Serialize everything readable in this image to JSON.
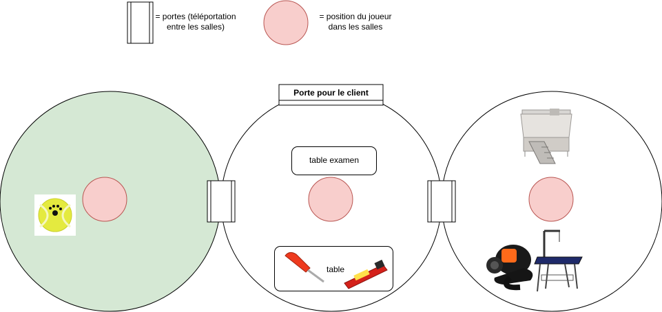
{
  "legend": {
    "door_text": "= portes (téléportation\nentre les salles)",
    "player_text": "= position du joueur\ndans les salles"
  },
  "rooms": {
    "center": {
      "door_label": "Porte pour le client",
      "exam_table_label": "table examen",
      "table_label": "table"
    }
  },
  "colors": {
    "room_green_fill": "#d5e8d4",
    "player_fill": "#f8cecc",
    "player_stroke": "#b85450",
    "line": "#000000"
  },
  "icons": [
    "tennis-ball-icon",
    "screwdriver-icon",
    "glue-tube-icon",
    "grooming-bathtub-icon",
    "pet-dryer-icon",
    "grooming-table-icon"
  ]
}
